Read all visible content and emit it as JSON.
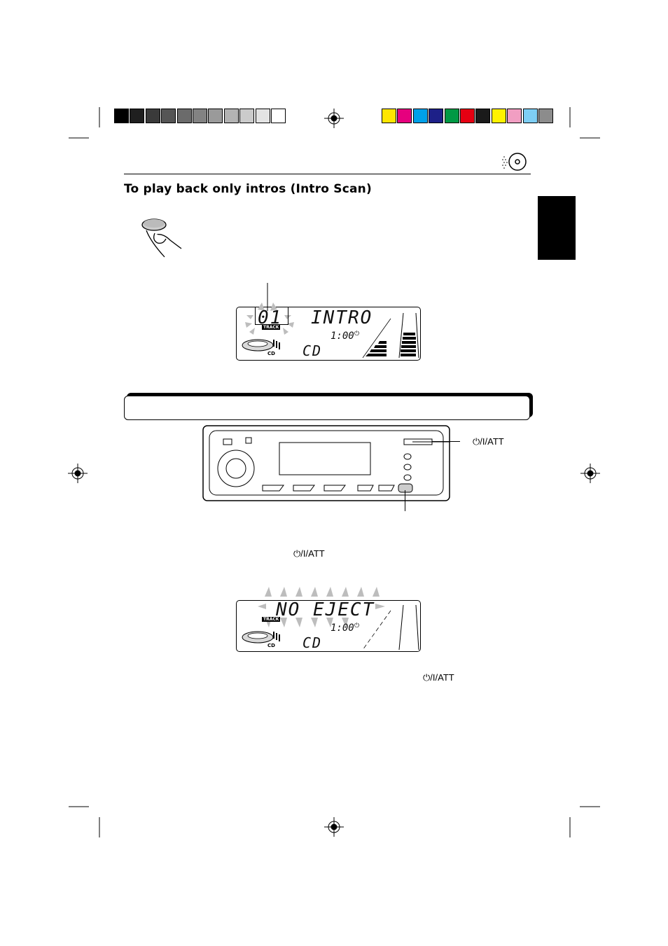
{
  "colors": {
    "gray_bar": [
      "#000000",
      "#1f1f1f",
      "#3a3a3a",
      "#555555",
      "#6b6b6b",
      "#828282",
      "#9a9a9a",
      "#b3b3b3",
      "#cbcbcb",
      "#e3e3e3",
      "#ffffff"
    ],
    "color_bar": [
      "#ffe600",
      "#e6007e",
      "#00a0e9",
      "#1d2088",
      "#009944",
      "#e60012",
      "#1a1a1a",
      "#fff200",
      "#f19ec2",
      "#7ecef4",
      "#8c8c8c"
    ],
    "side_tab": "#000000"
  },
  "section": {
    "heading": "To play back only intros (Intro Scan)"
  },
  "display1": {
    "track": "01",
    "mode": "INTRO",
    "time": "1:00",
    "source": "CD",
    "track_indicator": "TRACK",
    "cd_indicator": "CD"
  },
  "panel": {
    "att_callout": "⏻/I/ATT"
  },
  "steps": {
    "att_inline": "⏻/I/ATT",
    "att_inline_2": "⏻/I/ATT"
  },
  "display2": {
    "message": "NO EJECT",
    "time": "1:00",
    "source": "CD",
    "track_indicator": "TRACK",
    "cd_indicator": "CD"
  }
}
